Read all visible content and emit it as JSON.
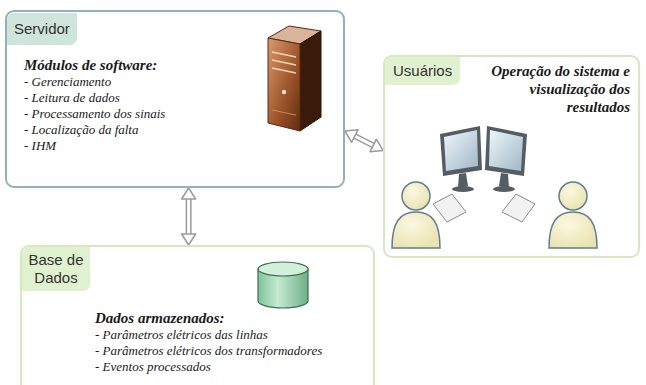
{
  "diagram": {
    "nodes": [
      {
        "text": [
          "Módulos de software:",
          "- Gerenciamento",
          "- Leitura de dados",
          "- Processamento dos sinais",
          "- Localização da falta",
          "- IHM"
        ]
      },
      {
        "text": [
          "Servidor"
        ],
        "in": 0
      },
      {
        "text": [
          "Operação do sistema e visualização dos resultados"
        ]
      },
      {
        "text": [
          "Usuários"
        ],
        "in": 2
      },
      {
        "text": [
          "Dados armazenados:",
          "- Parâmetros elétricos das linhas",
          "- Parâmetros elétricos dos transformadores",
          "- Eventos processados"
        ]
      },
      {
        "text": [
          "Base de Dados"
        ],
        "in": 4
      }
    ],
    "edges": [
      {
        "from": 0,
        "to": 2,
        "arrow": "both"
      },
      {
        "from": 0,
        "to": 4,
        "arrow": "both"
      }
    ]
  }
}
